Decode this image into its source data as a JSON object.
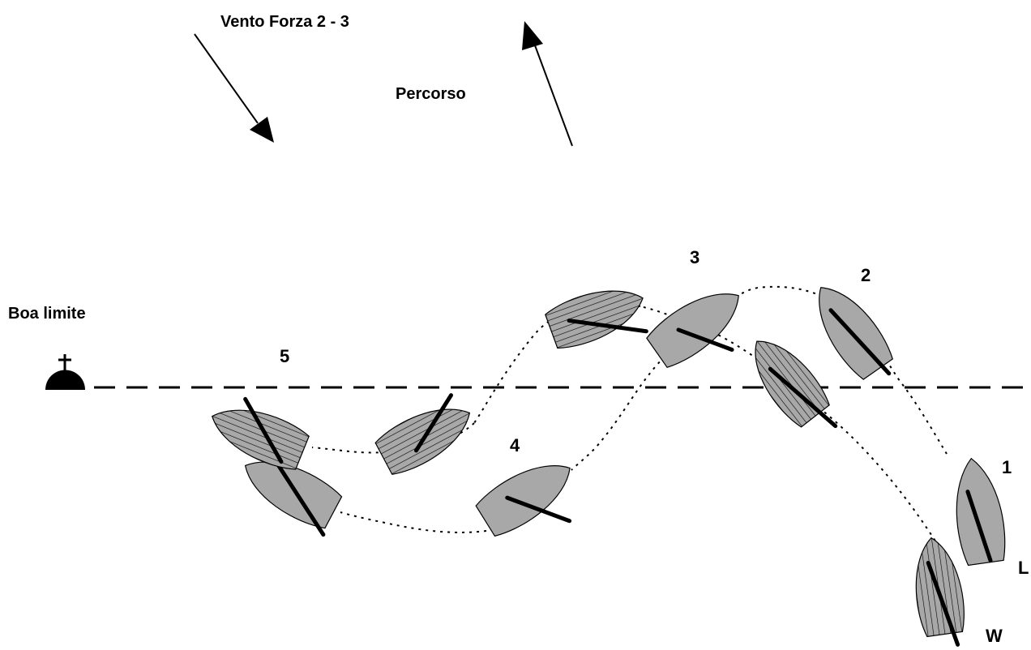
{
  "wind_label": "Vento Forza 2 - 3",
  "course_label": "Percorso",
  "buoy_label": "Boa limite",
  "positions": {
    "p1": "1",
    "p2": "2",
    "p3": "3",
    "p4": "4",
    "p5": "5"
  },
  "boats": {
    "leeward": "L",
    "windward": "W"
  },
  "colors": {
    "hull": "#a8a8a8",
    "hatch": "#000000",
    "line": "#000000"
  },
  "icons": {
    "wind": "arrow-down-right-icon",
    "course": "arrow-up-icon",
    "buoy": "buoy-icon"
  }
}
